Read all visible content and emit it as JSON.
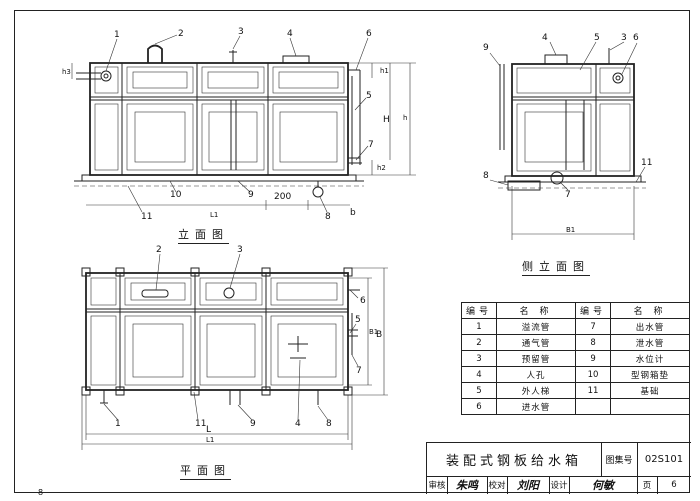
{
  "views": {
    "elevation": {
      "title": "立面图",
      "callouts": [
        "1",
        "2",
        "3",
        "4",
        "6",
        "5",
        "7",
        "10",
        "9",
        "11",
        "8"
      ],
      "dims": {
        "h3": "h3",
        "h1": "h1",
        "H": "H",
        "h": "h",
        "h2": "h2",
        "d200": "200",
        "b": "b",
        "L1": "L1"
      }
    },
    "side": {
      "title": "侧立面图",
      "callouts": [
        "9",
        "4",
        "5",
        "3",
        "6",
        "8",
        "7",
        "11"
      ],
      "dims": {
        "B1": "B1"
      }
    },
    "plan": {
      "title": "平面图",
      "callouts": [
        "2",
        "3",
        "6",
        "5",
        "7",
        "1",
        "11",
        "9",
        "4",
        "8"
      ],
      "dims": {
        "B1": "B1",
        "B": "B",
        "L": "L",
        "L1": "L1"
      }
    }
  },
  "legend": {
    "header": {
      "num": "编号",
      "name": "名  称"
    },
    "left": [
      {
        "num": "1",
        "name": "溢流管"
      },
      {
        "num": "2",
        "name": "通气管"
      },
      {
        "num": "3",
        "name": "预留管"
      },
      {
        "num": "4",
        "name": "人孔"
      },
      {
        "num": "5",
        "name": "外人梯"
      },
      {
        "num": "6",
        "name": "进水管"
      }
    ],
    "right": [
      {
        "num": "7",
        "name": "出水管"
      },
      {
        "num": "8",
        "name": "泄水管"
      },
      {
        "num": "9",
        "name": "水位计"
      },
      {
        "num": "10",
        "name": "型钢箱垫"
      },
      {
        "num": "11",
        "name": "基础"
      },
      {
        "num": "",
        "name": ""
      }
    ]
  },
  "title_block": {
    "title": "装配式钢板给水箱",
    "atlas_label": "图集号",
    "atlas_no": "02S101",
    "review_label": "审核",
    "review_sig": "朱鸣",
    "check_label": "校对",
    "check_sig": "刘阳",
    "design_label": "设计",
    "design_sig": "何敏",
    "page_label": "页",
    "page_no": "6"
  },
  "corner_mark": "8"
}
